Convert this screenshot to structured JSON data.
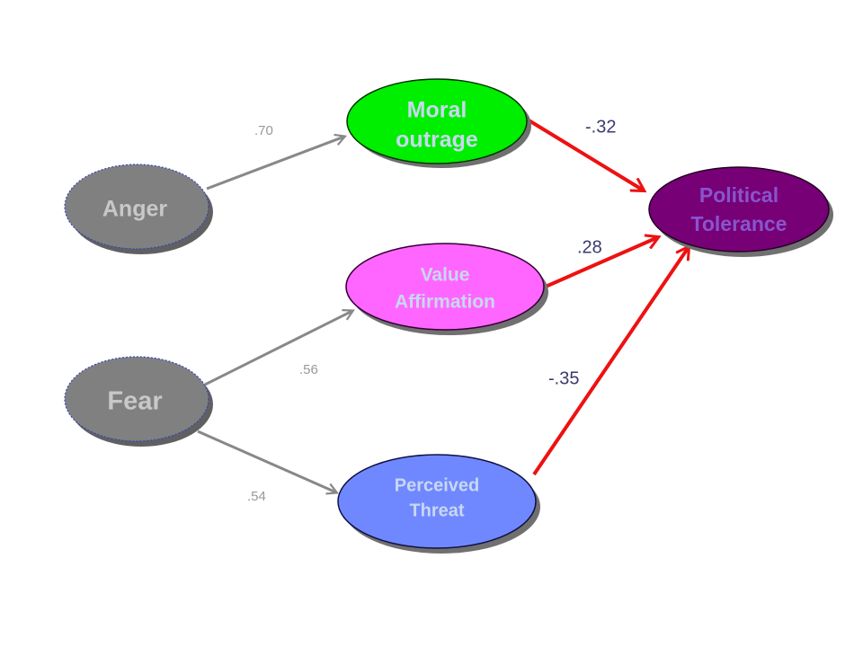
{
  "nodes": {
    "anger": {
      "label": "Anger"
    },
    "fear": {
      "label": "Fear"
    },
    "moral_outrage": {
      "lines": [
        "Moral",
        "outrage"
      ]
    },
    "value_affirmation": {
      "lines": [
        "Value",
        "Affirmation"
      ]
    },
    "perceived_threat": {
      "lines": [
        "Perceived",
        "Threat"
      ]
    },
    "political_tolerance": {
      "lines": [
        "Political",
        "Tolerance"
      ]
    }
  },
  "paths": {
    "anger_to_moral_outrage": ".70",
    "fear_to_value_affirmation": ".56",
    "fear_to_perceived_threat": ".54",
    "moral_outrage_to_political_tolerance": "-.32",
    "value_affirmation_to_political_tolerance": ".28",
    "perceived_threat_to_political_tolerance": "-.35"
  },
  "colors": {
    "emotion_fill": "#808080",
    "emotion_text": "#c8c8c8",
    "moral_outrage_fill": "#00ee00",
    "value_affirmation_fill": "#ff66ff",
    "perceived_threat_fill": "#7088ff",
    "political_tolerance_fill": "#770077",
    "political_tolerance_text": "#8855cc",
    "mediator_text": "#c8d8f0",
    "gray_arrow": "#888888",
    "red_arrow": "#ee1111",
    "small_coef_text": "#999999",
    "large_coef_text": "#3a3a70"
  }
}
